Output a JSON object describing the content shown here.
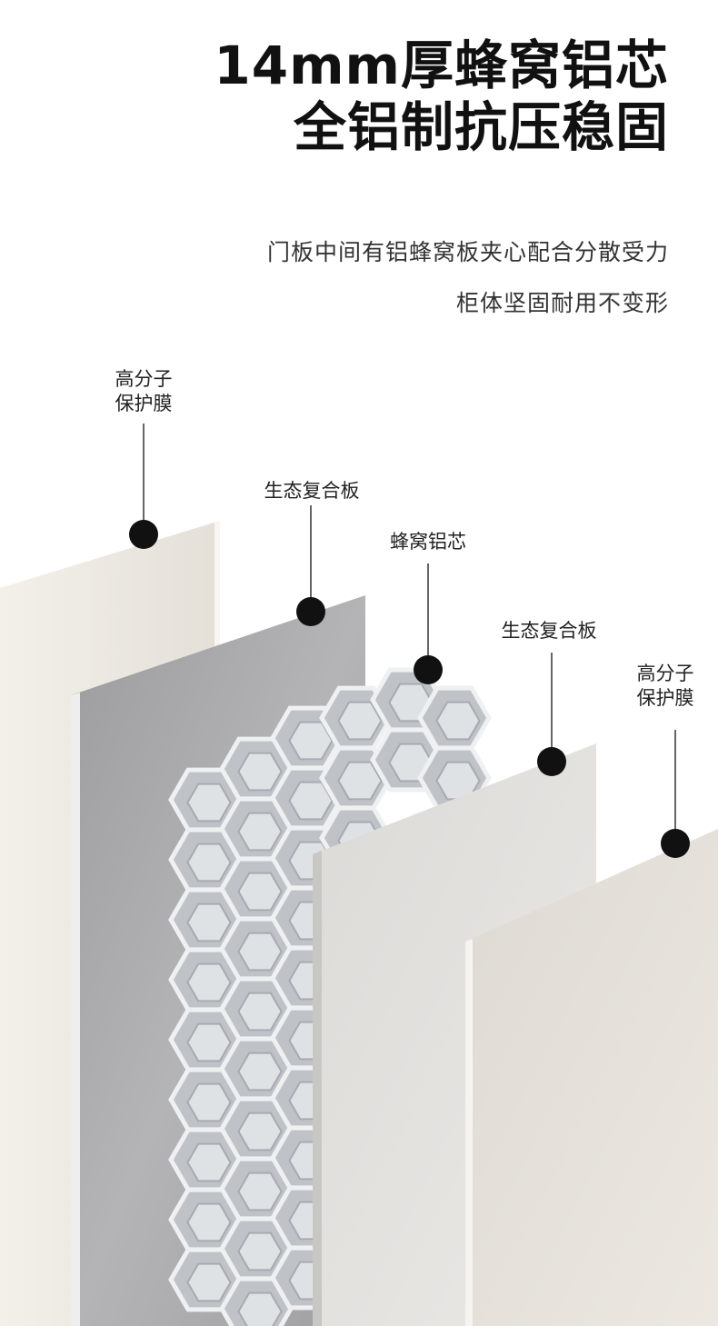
{
  "headline": {
    "line1": "14mm厚蜂窝铝芯",
    "line2": "全铝制抗压稳固"
  },
  "description": {
    "line1": "门板中间有铝蜂窝板夹心配合分散受力",
    "line2": "柜体坚固耐用不变形"
  },
  "callouts": [
    {
      "line1": "高分子",
      "line2": "保护膜"
    },
    {
      "line1": "生态复合板"
    },
    {
      "line1": "蜂窝铝芯"
    },
    {
      "line1": "生态复合板"
    },
    {
      "line1": "高分子",
      "line2": "保护膜"
    }
  ],
  "colors": {
    "text": "#111111",
    "film": "#ece8e0",
    "panel_gray": "#a9a9ab",
    "panel_white": "#e6e4e1",
    "aluminum": "#c9ccd0",
    "marker": "#111111"
  }
}
